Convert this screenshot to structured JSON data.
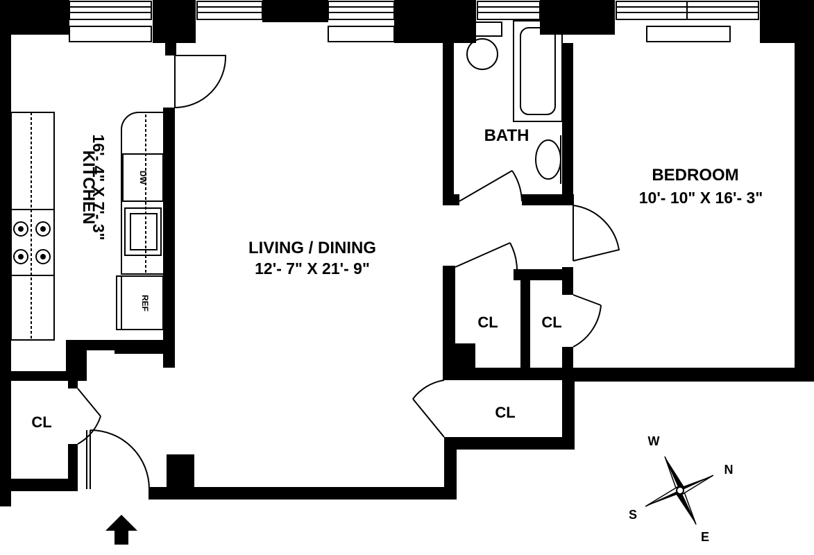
{
  "rooms": {
    "kitchen": {
      "name": "KITCHEN",
      "dims": "16'- 4\" X 7'- 3\""
    },
    "living": {
      "name": "LIVING / DINING",
      "dims": "12'- 7\" X 21'- 9\""
    },
    "bath": {
      "name": "BATH"
    },
    "bedroom": {
      "name": "BEDROOM",
      "dims": "10'- 10\" X 16'- 3\""
    }
  },
  "closets": {
    "entry": "CL",
    "center_left": "CL",
    "center_right": "CL",
    "lower": "CL"
  },
  "appliances": {
    "dishwasher": "DW",
    "refrigerator": "REF"
  },
  "compass": {
    "w": "W",
    "n": "N",
    "s": "S",
    "e": "E"
  },
  "colors": {
    "wall": "#000000",
    "background": "#ffffff"
  }
}
